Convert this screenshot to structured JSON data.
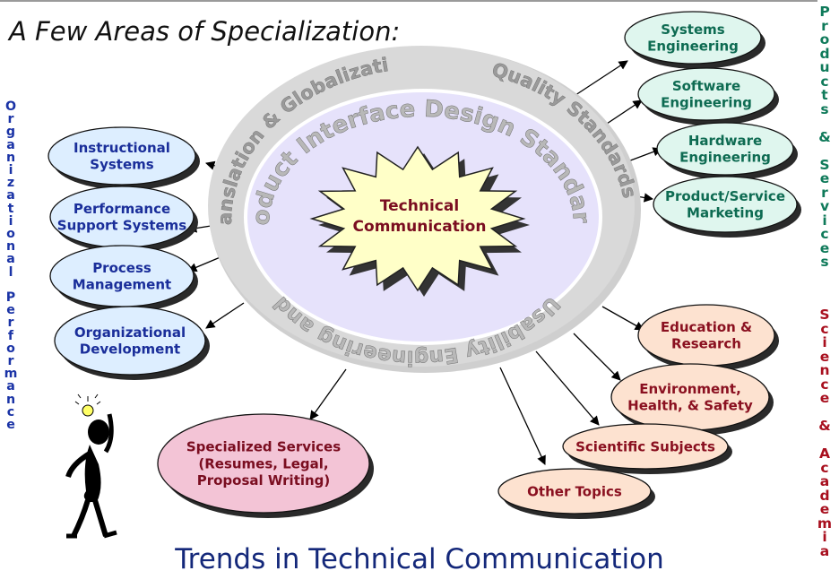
{
  "title": "A Few Areas of Specialization:",
  "footer": "Trends in Technical Communication",
  "sidebars": {
    "left": "Organizational Performance",
    "right_top": "Products & Services",
    "right_bottom": "Science & Academia"
  },
  "center": {
    "core": [
      "Technical",
      "Communication"
    ],
    "inner_ring_top": "Product Interface Design Standards",
    "inner_ring_bottom": "Usability Engineering and",
    "outer_ring_left": "Translation & Globalization",
    "outer_ring_right": "Quality Standards"
  },
  "nodes": {
    "organizational_performance": [
      [
        "Instructional",
        "Systems"
      ],
      [
        "Performance",
        "Support Systems"
      ],
      [
        "Process",
        "Management"
      ],
      [
        "Organizational",
        "Development"
      ]
    ],
    "products_services": [
      [
        "Systems",
        "Engineering"
      ],
      [
        "Software",
        "Engineering"
      ],
      [
        "Hardware",
        "Engineering"
      ],
      [
        "Product/Service",
        "Marketing"
      ]
    ],
    "science_academia": [
      [
        "Education &",
        "Research"
      ],
      [
        "Environment,",
        "Health, & Safety"
      ],
      [
        "Scientific Subjects"
      ],
      [
        "Other Topics"
      ]
    ],
    "specialized": [
      "Specialized Services",
      "(Resumes, Legal,",
      "Proposal Writing)"
    ]
  },
  "colors": {
    "org_fill": "#ddeeff",
    "org_text": "#1a2e9a",
    "products_fill": "#dff6ee",
    "products_text": "#0e6b52",
    "science_fill": "#fde2d0",
    "science_text": "#8a1020",
    "specialized_fill": "#f3c4d6",
    "core_fill": "#ffffc8",
    "core_text": "#7a0d20",
    "inner_ring": "#e6e2fb",
    "outer_ring": "#d9d9d9"
  }
}
